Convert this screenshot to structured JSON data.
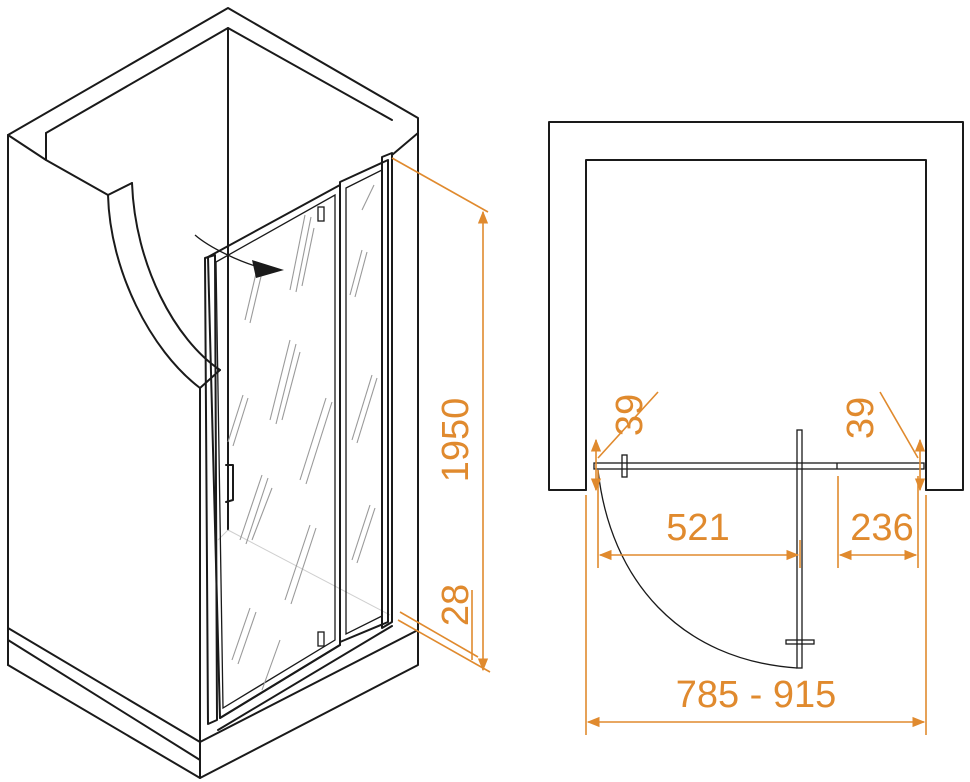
{
  "colors": {
    "dimension": "#e08a2e",
    "line": "#1a1a1a",
    "glass": "#9a9a9a"
  },
  "iso_view": {
    "height_label": "1950",
    "base_label": "28"
  },
  "plan_view": {
    "left_wall_gap_label": "39",
    "right_wall_gap_label": "39",
    "door_width_label": "521",
    "fixed_panel_label": "236",
    "total_width_label": "785 - 915"
  }
}
